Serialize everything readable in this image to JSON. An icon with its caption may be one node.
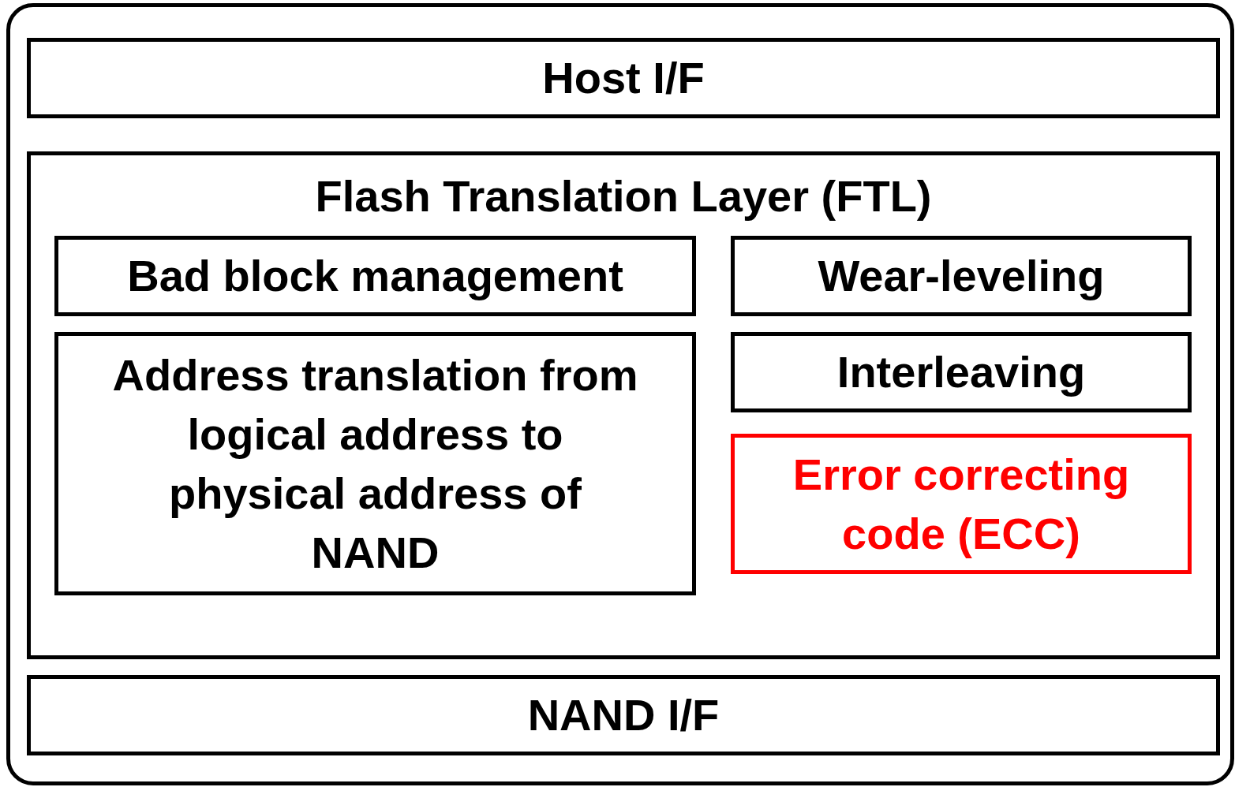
{
  "diagram": {
    "nodes": [
      {
        "text": [],
        "shape": "box"
      },
      {
        "text": [
          "Host I/F"
        ],
        "in": 0
      },
      {
        "text": [
          "Flash Translation Layer (FTL)"
        ],
        "in": 0
      },
      {
        "text": [
          "Bad block management"
        ],
        "in": 2
      },
      {
        "text": [
          "Wear-leveling"
        ],
        "in": 2
      },
      {
        "text": [
          "Address translation from logical address to physical address of NAND"
        ],
        "in": 2
      },
      {
        "text": [
          "Interleaving"
        ],
        "in": 2
      },
      {
        "text": [
          "Error correcting code (ECC)"
        ],
        "in": 2
      },
      {
        "text": [
          "NAND I/F"
        ],
        "in": 0
      }
    ]
  }
}
